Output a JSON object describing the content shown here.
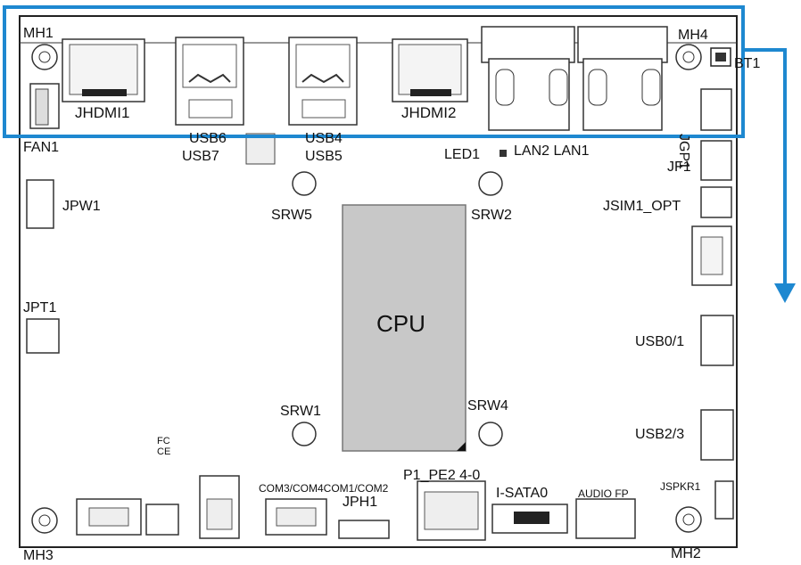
{
  "labels": {
    "mh1": "MH1",
    "mh2": "MH2",
    "mh3": "MH3",
    "mh4": "MH4",
    "bt1": "BT1",
    "jhdmi1": "JHDMI1",
    "jhdmi2": "JHDMI2",
    "usb6": "USB6",
    "usb7": "USB7",
    "usb4": "USB4",
    "usb5": "USB5",
    "fan1": "FAN1",
    "led1": "LED1",
    "lan": "LAN2 LAN1",
    "jgp1": "JGP1",
    "jf1": "JF1",
    "jsim1": "JSIM1_OPT",
    "jpw1": "JPW1",
    "srw5": "SRW5",
    "srw2": "SRW2",
    "srw1": "SRW1",
    "srw4": "SRW4",
    "cpu": "CPU",
    "jpt1": "JPT1",
    "usb01": "USB0/1",
    "usb23": "USB2/3",
    "jspkr1": "JSPKR1",
    "fcc": "FC",
    "ce": "CE",
    "com": "COM3/COM4COM1/COM2",
    "jph1": "JPH1",
    "p1pe2": "P1_PE2 4-0",
    "isata0": "I-SATA0",
    "audiofp": "AUDIO FP"
  },
  "colors": {
    "highlight": "#1e88d0",
    "cpu": "#c8c8c8",
    "board": "#222222"
  }
}
